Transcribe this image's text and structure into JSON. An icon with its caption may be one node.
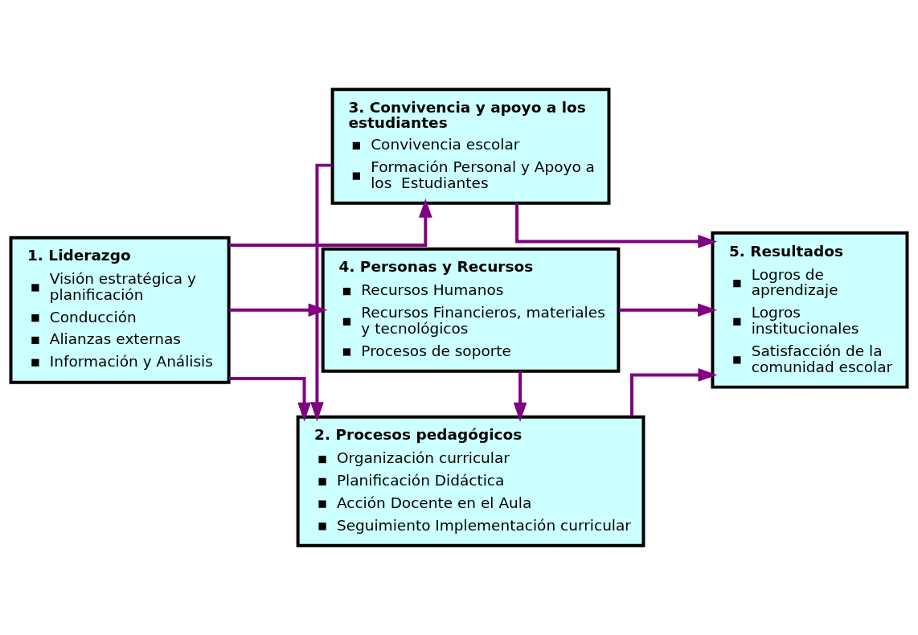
{
  "diagram": {
    "nodes": [
      {
        "text": [
          "1. Liderazgo",
          "Visión estratégica y planificación",
          "Conducción",
          "Alianzas externas",
          "Información y Análisis"
        ]
      },
      {
        "text": [
          "2. Procesos pedagógicos",
          "Organización curricular",
          "Planificación Didáctica",
          "Acción Docente en el Aula",
          "Seguimiento Implementación curricular"
        ]
      },
      {
        "text": [
          "3. Convivencia y apoyo a los estudiantes",
          "Convivencia escolar",
          "Formación Personal y Apoyo a los  Estudiantes"
        ]
      },
      {
        "text": [
          "4. Personas y Recursos",
          "Recursos Humanos",
          "Recursos Financieros, materiales y tecnológicos",
          "Procesos de soporte"
        ]
      },
      {
        "text": [
          "5. Resultados",
          "Logros de aprendizaje",
          "Logros institucionales",
          "Satisfacción de la comunidad escolar"
        ]
      }
    ],
    "edges": [
      {
        "from": 0,
        "to": 2,
        "arrow": "to"
      },
      {
        "from": 0,
        "to": 1,
        "arrow": "to"
      },
      {
        "from": 0,
        "to": 3,
        "arrow": "to"
      },
      {
        "from": 2,
        "to": 1,
        "arrow": "to"
      },
      {
        "from": 3,
        "to": 1,
        "arrow": "to"
      },
      {
        "from": 1,
        "to": 4,
        "arrow": "to"
      },
      {
        "from": 2,
        "to": 4,
        "arrow": "to"
      },
      {
        "from": 3,
        "to": 4,
        "arrow": "to"
      }
    ]
  }
}
